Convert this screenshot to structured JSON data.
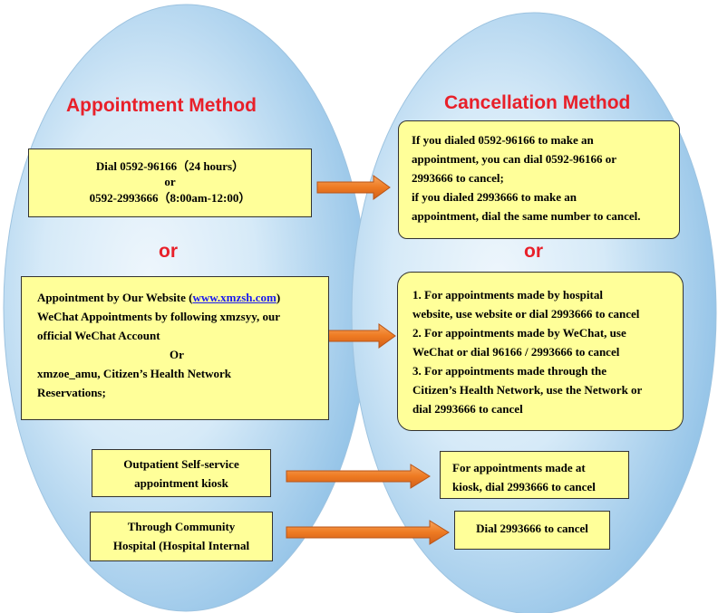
{
  "left": {
    "title": "Appointment Method",
    "or": "or",
    "phone_box": {
      "line1": "Dial 0592-96166（24 hours）",
      "line2": "or",
      "line3": "0592-2993666（8:00am-12:00）"
    },
    "online_box": {
      "line1_prefix": "Appointment by Our Website (",
      "line1_link": "www.xmzsh.com",
      "line1_suffix": ")",
      "line2": "WeChat Appointments by following xmzsyy, our",
      "line3": "official WeChat Account",
      "line4": "Or",
      "line5": "xmzoe_amu, Citizen’s Health Network",
      "line6": "Reservations;"
    },
    "kiosk_box": {
      "line1": "Outpatient Self-service",
      "line2": "appointment kiosk"
    },
    "community_box": {
      "line1": "Through Community",
      "line2": "Hospital (Hospital Internal"
    }
  },
  "right": {
    "title": "Cancellation Method",
    "or": "or",
    "phone_box": {
      "line1": "If you dialed 0592-96166 to make an",
      "line2": "appointment, you can dial 0592-96166 or",
      "line3": "2993666 to cancel;",
      "line4": "if you dialed 2993666 to make an",
      "line5": "appointment, dial the same number to cancel."
    },
    "online_box": {
      "line1": "1. For appointments made by hospital",
      "line2": "website, use website or dial 2993666 to cancel",
      "line3": "2. For appointments made by WeChat, use",
      "line4": "WeChat or dial 96166 / 2993666 to cancel",
      "line5": "3. For appointments made through the",
      "line6": "Citizen’s Health Network, use the Network or",
      "line7": "dial 2993666 to cancel"
    },
    "kiosk_box": {
      "line1": "For appointments made at",
      "line2": "kiosk, dial 2993666 to cancel"
    },
    "community_box": {
      "line1": "Dial 2993666 to cancel"
    }
  },
  "colors": {
    "title_red": "#e8202a",
    "box_fill": "#ffff99",
    "arrow_orange": "#ee7a22",
    "ellipse_blue": "#a8cfee"
  }
}
